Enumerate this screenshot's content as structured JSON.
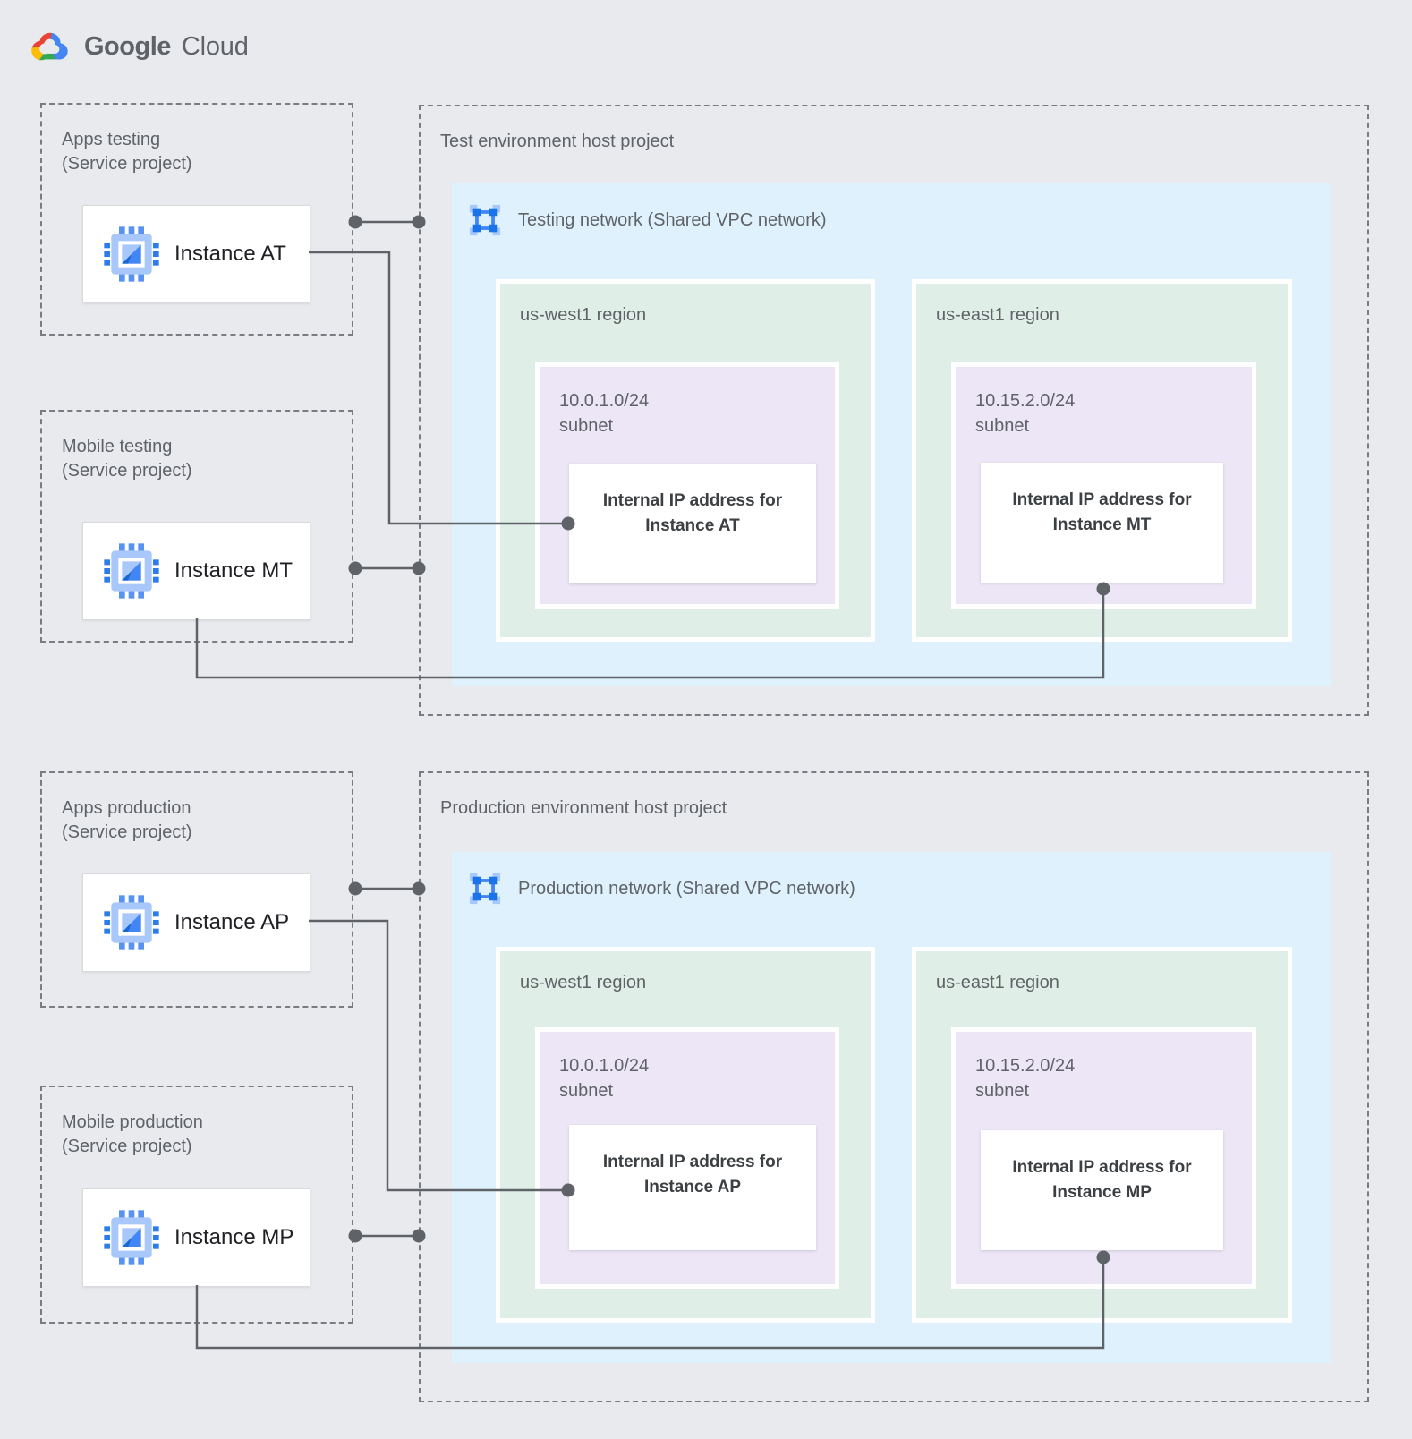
{
  "logo": {
    "brand": "Google",
    "product": "Cloud"
  },
  "colors": {
    "canvas_bg": "#E8EAED",
    "network_fill": "#DEF1FC",
    "region_fill": "#DFEFE7",
    "subnet_fill": "#ECE6F6",
    "wire": "#5F6368",
    "label_gray": "#5F6368",
    "instance_text": "#202124"
  },
  "test": {
    "service_projects": [
      {
        "name": "Apps testing",
        "type": "(Service project)",
        "instance": "Instance AT"
      },
      {
        "name": "Mobile testing",
        "type": "(Service project)",
        "instance": "Instance MT"
      }
    ],
    "host": {
      "title": "Test environment host project",
      "network": "Testing network (Shared VPC network)",
      "regions": [
        {
          "name": "us-west1 region",
          "cidr": "10.0.1.0/24",
          "subnet_word": "subnet",
          "card": "Internal IP address for Instance AT"
        },
        {
          "name": "us-east1 region",
          "cidr": "10.15.2.0/24",
          "subnet_word": "subnet",
          "card": "Internal IP address for Instance MT"
        }
      ]
    }
  },
  "prod": {
    "service_projects": [
      {
        "name": "Apps production",
        "type": "(Service project)",
        "instance": "Instance AP"
      },
      {
        "name": "Mobile production",
        "type": "(Service project)",
        "instance": "Instance MP"
      }
    ],
    "host": {
      "title": "Production environment host project",
      "network": "Production network (Shared VPC network)",
      "regions": [
        {
          "name": "us-west1 region",
          "cidr": "10.0.1.0/24",
          "subnet_word": "subnet",
          "card": "Internal IP address for Instance AP"
        },
        {
          "name": "us-east1 region",
          "cidr": "10.15.2.0/24",
          "subnet_word": "subnet",
          "card": "Internal IP address for Instance MP"
        }
      ]
    }
  }
}
